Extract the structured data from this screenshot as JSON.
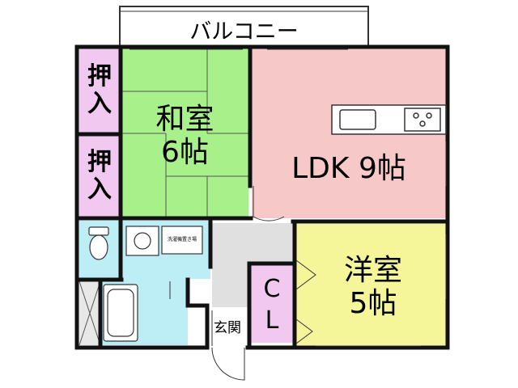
{
  "balcony": {
    "label": "バルコニー"
  },
  "rooms": {
    "closet_upper": {
      "line1": "押",
      "line2": "入"
    },
    "closet_lower": {
      "line1": "押",
      "line2": "入"
    },
    "washitsu": {
      "line1": "和室",
      "line2": "6帖"
    },
    "ldk": {
      "label": "LDK 9帖"
    },
    "youshitsu": {
      "line1": "洋室",
      "line2": "5帖"
    },
    "cl": {
      "line1": "C",
      "line2": "L"
    },
    "genkan": {
      "label": "玄関"
    },
    "washer": {
      "label": "洗濯機置き場"
    }
  },
  "colors": {
    "washitsu": "#a8f08a",
    "ldk": "#f7c8c8",
    "youshitsu": "#f5f59a",
    "closet": "#f0c8f0",
    "water": "#bdeef5",
    "corridor": "#e0e0e0",
    "wall": "#111111"
  }
}
